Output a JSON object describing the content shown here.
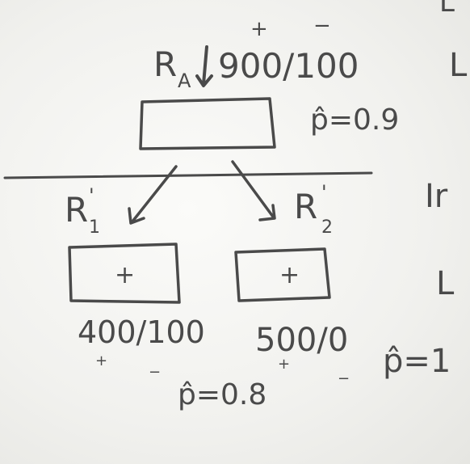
{
  "root": {
    "label": "R_A",
    "label_main": "R",
    "label_sub": "A",
    "counts": "900/100",
    "plus_sign": "+",
    "minus_sign": "−",
    "p_hat": "p̂=0.9"
  },
  "left_child": {
    "label_main": "R",
    "label_prime": "'",
    "label_sub": "1",
    "box_symbol": "+",
    "counts": "400/100",
    "plus_sign": "+",
    "minus_sign": "−",
    "p_hat": "p̂=0.8"
  },
  "right_child": {
    "label_main": "R",
    "label_prime": "'",
    "label_sub": "2",
    "box_symbol": "+",
    "counts": "500/0",
    "plus_sign": "+",
    "minus_sign": "−",
    "p_hat": "p̂=1"
  },
  "margin_letters": {
    "top": "L",
    "upper": "L",
    "middle": "Ir",
    "lower": "L"
  },
  "colors": {
    "ink": "#4a4a4a",
    "board": "#f5f5f2"
  }
}
